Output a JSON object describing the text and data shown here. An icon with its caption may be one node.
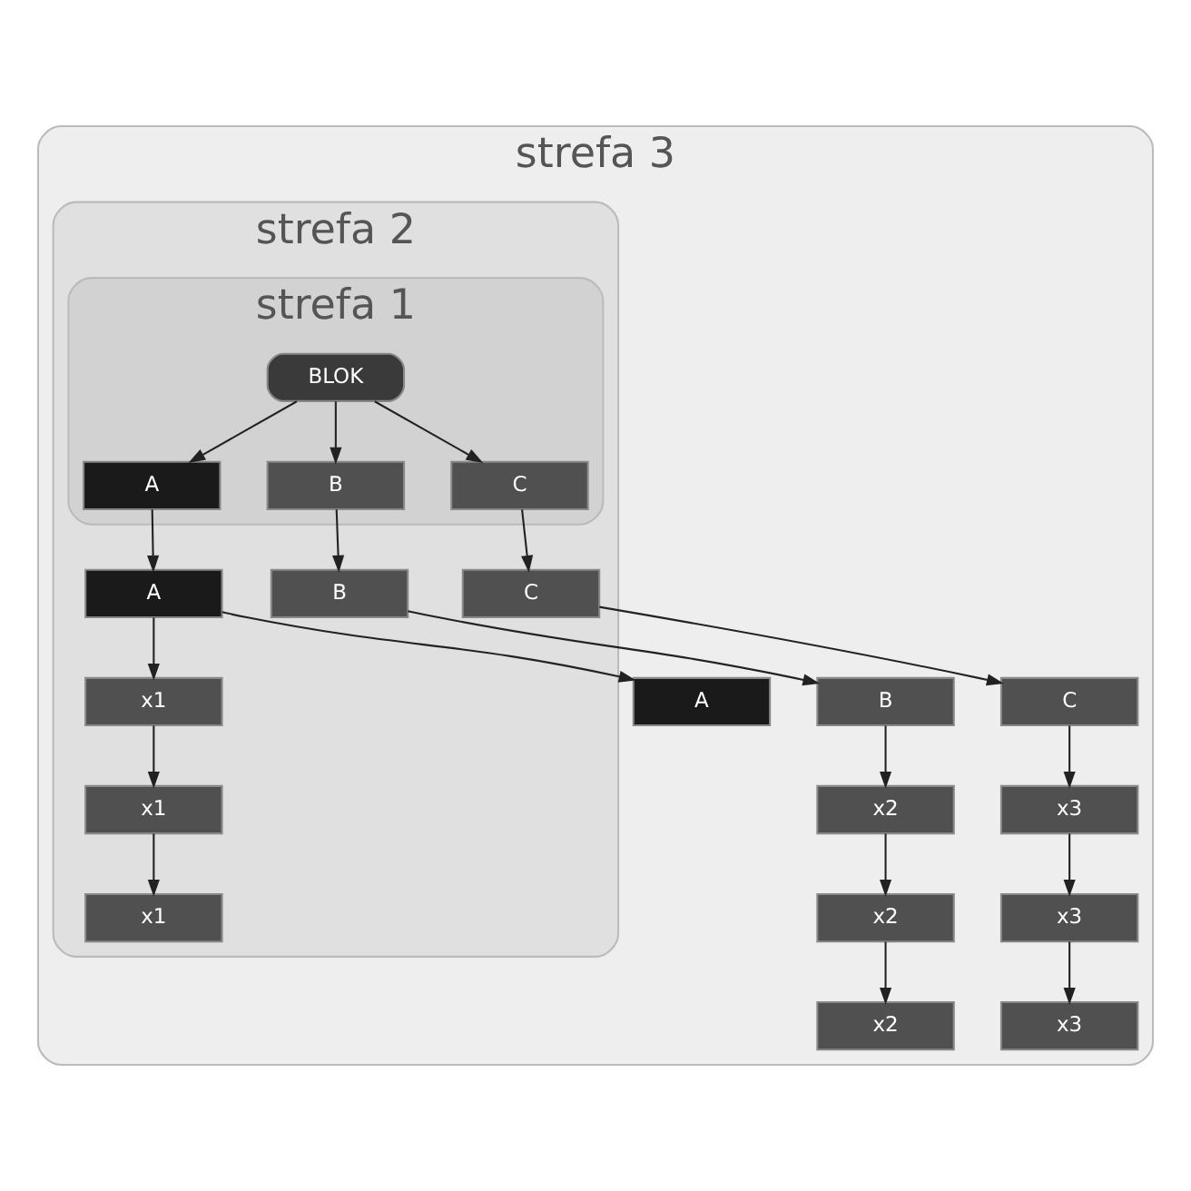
{
  "diagram": {
    "nodes": [
      {
        "text": [
          "strefa 3"
        ]
      },
      {
        "text": [
          "strefa 2"
        ],
        "in": 0
      },
      {
        "text": [
          "strefa 1"
        ],
        "in": 1
      },
      {
        "text": [
          "BLOK"
        ],
        "in": 2
      },
      {
        "text": [
          "A"
        ],
        "in": 2
      },
      {
        "text": [
          "B"
        ],
        "in": 2
      },
      {
        "text": [
          "C"
        ],
        "in": 2
      },
      {
        "text": [
          "A"
        ],
        "in": 1
      },
      {
        "text": [
          "x1"
        ],
        "in": 1
      },
      {
        "text": [
          "x1"
        ],
        "in": 1
      },
      {
        "text": [
          "x1"
        ],
        "in": 1
      },
      {
        "text": [
          "B"
        ],
        "in": 1
      },
      {
        "text": [
          "C"
        ],
        "in": 1
      },
      {
        "text": [
          "A"
        ],
        "in": 0
      },
      {
        "text": [
          "B"
        ],
        "in": 0
      },
      {
        "text": [
          "x2"
        ],
        "in": 0
      },
      {
        "text": [
          "x2"
        ],
        "in": 0
      },
      {
        "text": [
          "x2"
        ],
        "in": 0
      },
      {
        "text": [
          "C"
        ],
        "in": 0
      },
      {
        "text": [
          "x3"
        ],
        "in": 0
      },
      {
        "text": [
          "x3"
        ],
        "in": 0
      },
      {
        "text": [
          "x3"
        ],
        "in": 0
      }
    ],
    "edges": [
      {
        "from": 3,
        "to": 4,
        "arrow": "to"
      },
      {
        "from": 3,
        "to": 5,
        "arrow": "to"
      },
      {
        "from": 3,
        "to": 6,
        "arrow": "to"
      },
      {
        "from": 4,
        "to": 7,
        "arrow": "to"
      },
      {
        "from": 7,
        "to": 13,
        "arrow": "to"
      },
      {
        "from": 7,
        "to": 8,
        "arrow": "to"
      },
      {
        "from": 8,
        "to": 9,
        "arrow": "to"
      },
      {
        "from": 9,
        "to": 10,
        "arrow": "to"
      },
      {
        "from": 5,
        "to": 11,
        "arrow": "to"
      },
      {
        "from": 11,
        "to": 14,
        "arrow": "to"
      },
      {
        "from": 14,
        "to": 15,
        "arrow": "to"
      },
      {
        "from": 15,
        "to": 16,
        "arrow": "to"
      },
      {
        "from": 16,
        "to": 17,
        "arrow": "to"
      },
      {
        "from": 6,
        "to": 12,
        "arrow": "to"
      },
      {
        "from": 12,
        "to": 18,
        "arrow": "to"
      },
      {
        "from": 18,
        "to": 19,
        "arrow": "to"
      },
      {
        "from": 19,
        "to": 20,
        "arrow": "to"
      },
      {
        "from": 20,
        "to": 21,
        "arrow": "to"
      }
    ]
  }
}
